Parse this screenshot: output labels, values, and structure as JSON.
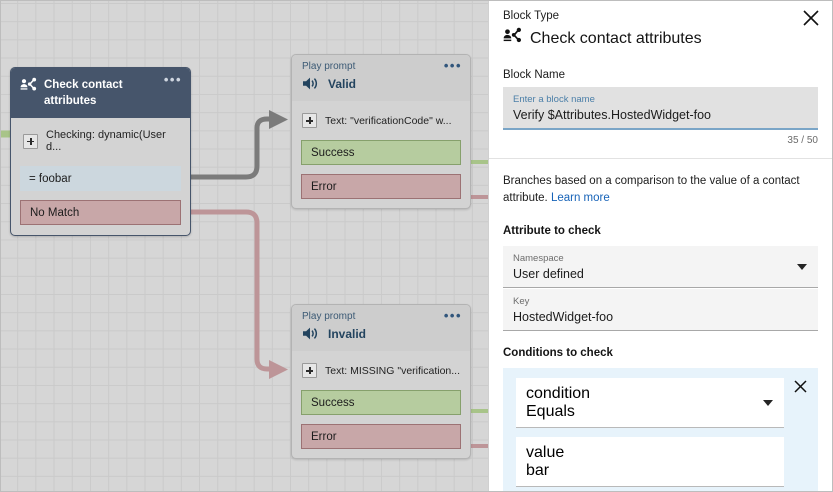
{
  "canvas": {
    "check_contact_attributes_block": {
      "icon": "contact-attributes-icon",
      "title": "Check contact attributes",
      "menu": "•••",
      "condition_row": "Checking: dynamic(User d...",
      "branches": [
        {
          "label": "= foobar",
          "kind": "match"
        },
        {
          "label": "No Match",
          "kind": "nomatch"
        }
      ]
    },
    "play_prompt_valid": {
      "kind": "Play prompt",
      "name": "Valid",
      "menu": "•••",
      "icon": "speaker-icon",
      "text_row": "Text: \"verificationCode\" w...",
      "branches": [
        {
          "label": "Success",
          "kind": "success"
        },
        {
          "label": "Error",
          "kind": "error"
        }
      ]
    },
    "play_prompt_invalid": {
      "kind": "Play prompt",
      "name": "Invalid",
      "menu": "•••",
      "icon": "speaker-icon",
      "text_row": "Text: MISSING \"verification...",
      "branches": [
        {
          "label": "Success",
          "kind": "success"
        },
        {
          "label": "Error",
          "kind": "error"
        }
      ]
    }
  },
  "panel": {
    "block_type_label": "Block Type",
    "block_type_icon": "contact-attributes-icon",
    "block_type_name": "Check contact attributes",
    "close_icon": "close-icon",
    "block_name_label": "Block Name",
    "block_name_field": {
      "placeholder": "Enter a block name",
      "value": "Verify $Attributes.HostedWidget-foo",
      "counter": "35 / 50"
    },
    "description": "Branches based on a comparison to the value of a contact attribute.",
    "learn_more": "Learn more",
    "attribute_section_title": "Attribute to check",
    "namespace_field": {
      "label": "Namespace",
      "value": "User defined",
      "icon": "chevron-down-icon"
    },
    "key_field": {
      "label": "Key",
      "value": "HostedWidget-foo"
    },
    "conditions_section_title": "Conditions to check",
    "condition_remove_icon": "close-icon",
    "condition_field": {
      "label": "condition",
      "value": "Equals",
      "icon": "chevron-down-icon"
    },
    "value_field": {
      "label": "value",
      "value": "bar"
    }
  },
  "colors": {
    "header_block": "#46556b",
    "success": "#b6cc9f",
    "error": "#c8a7a8",
    "match": "#ccd7de",
    "link": "#1763b8",
    "condition_group_bg": "#e7f3fb",
    "canvas_grid": "#cacaca"
  }
}
